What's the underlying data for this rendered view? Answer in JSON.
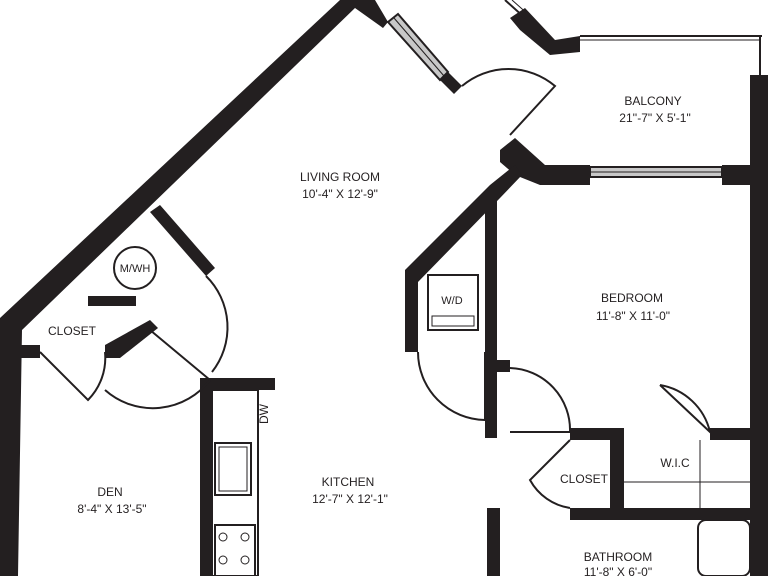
{
  "rooms": {
    "living": {
      "name": "LIVING ROOM",
      "size": "10'-4\" X 12'-9\""
    },
    "balcony": {
      "name": "BALCONY",
      "size": "21''-7\" X 5'-1\""
    },
    "bedroom": {
      "name": "BEDROOM",
      "size": "11'-8\" X 11'-0\""
    },
    "kitchen": {
      "name": "KITCHEN",
      "size": "12'-7\" X 12'-1\""
    },
    "den": {
      "name": "DEN",
      "size": "8'-4\" X 13'-5\""
    },
    "bathroom": {
      "name": "BATHROOM",
      "size": "11'-8\" X 6'-0\""
    }
  },
  "labels": {
    "closet_left": "CLOSET",
    "closet_right": "CLOSET",
    "wic": "W.I.C",
    "mwh": "M/WH",
    "wd": "W/D",
    "dw": "DW"
  },
  "colors": {
    "wall": "#231f20",
    "background": "#ffffff",
    "window": "#c8c8c8"
  }
}
